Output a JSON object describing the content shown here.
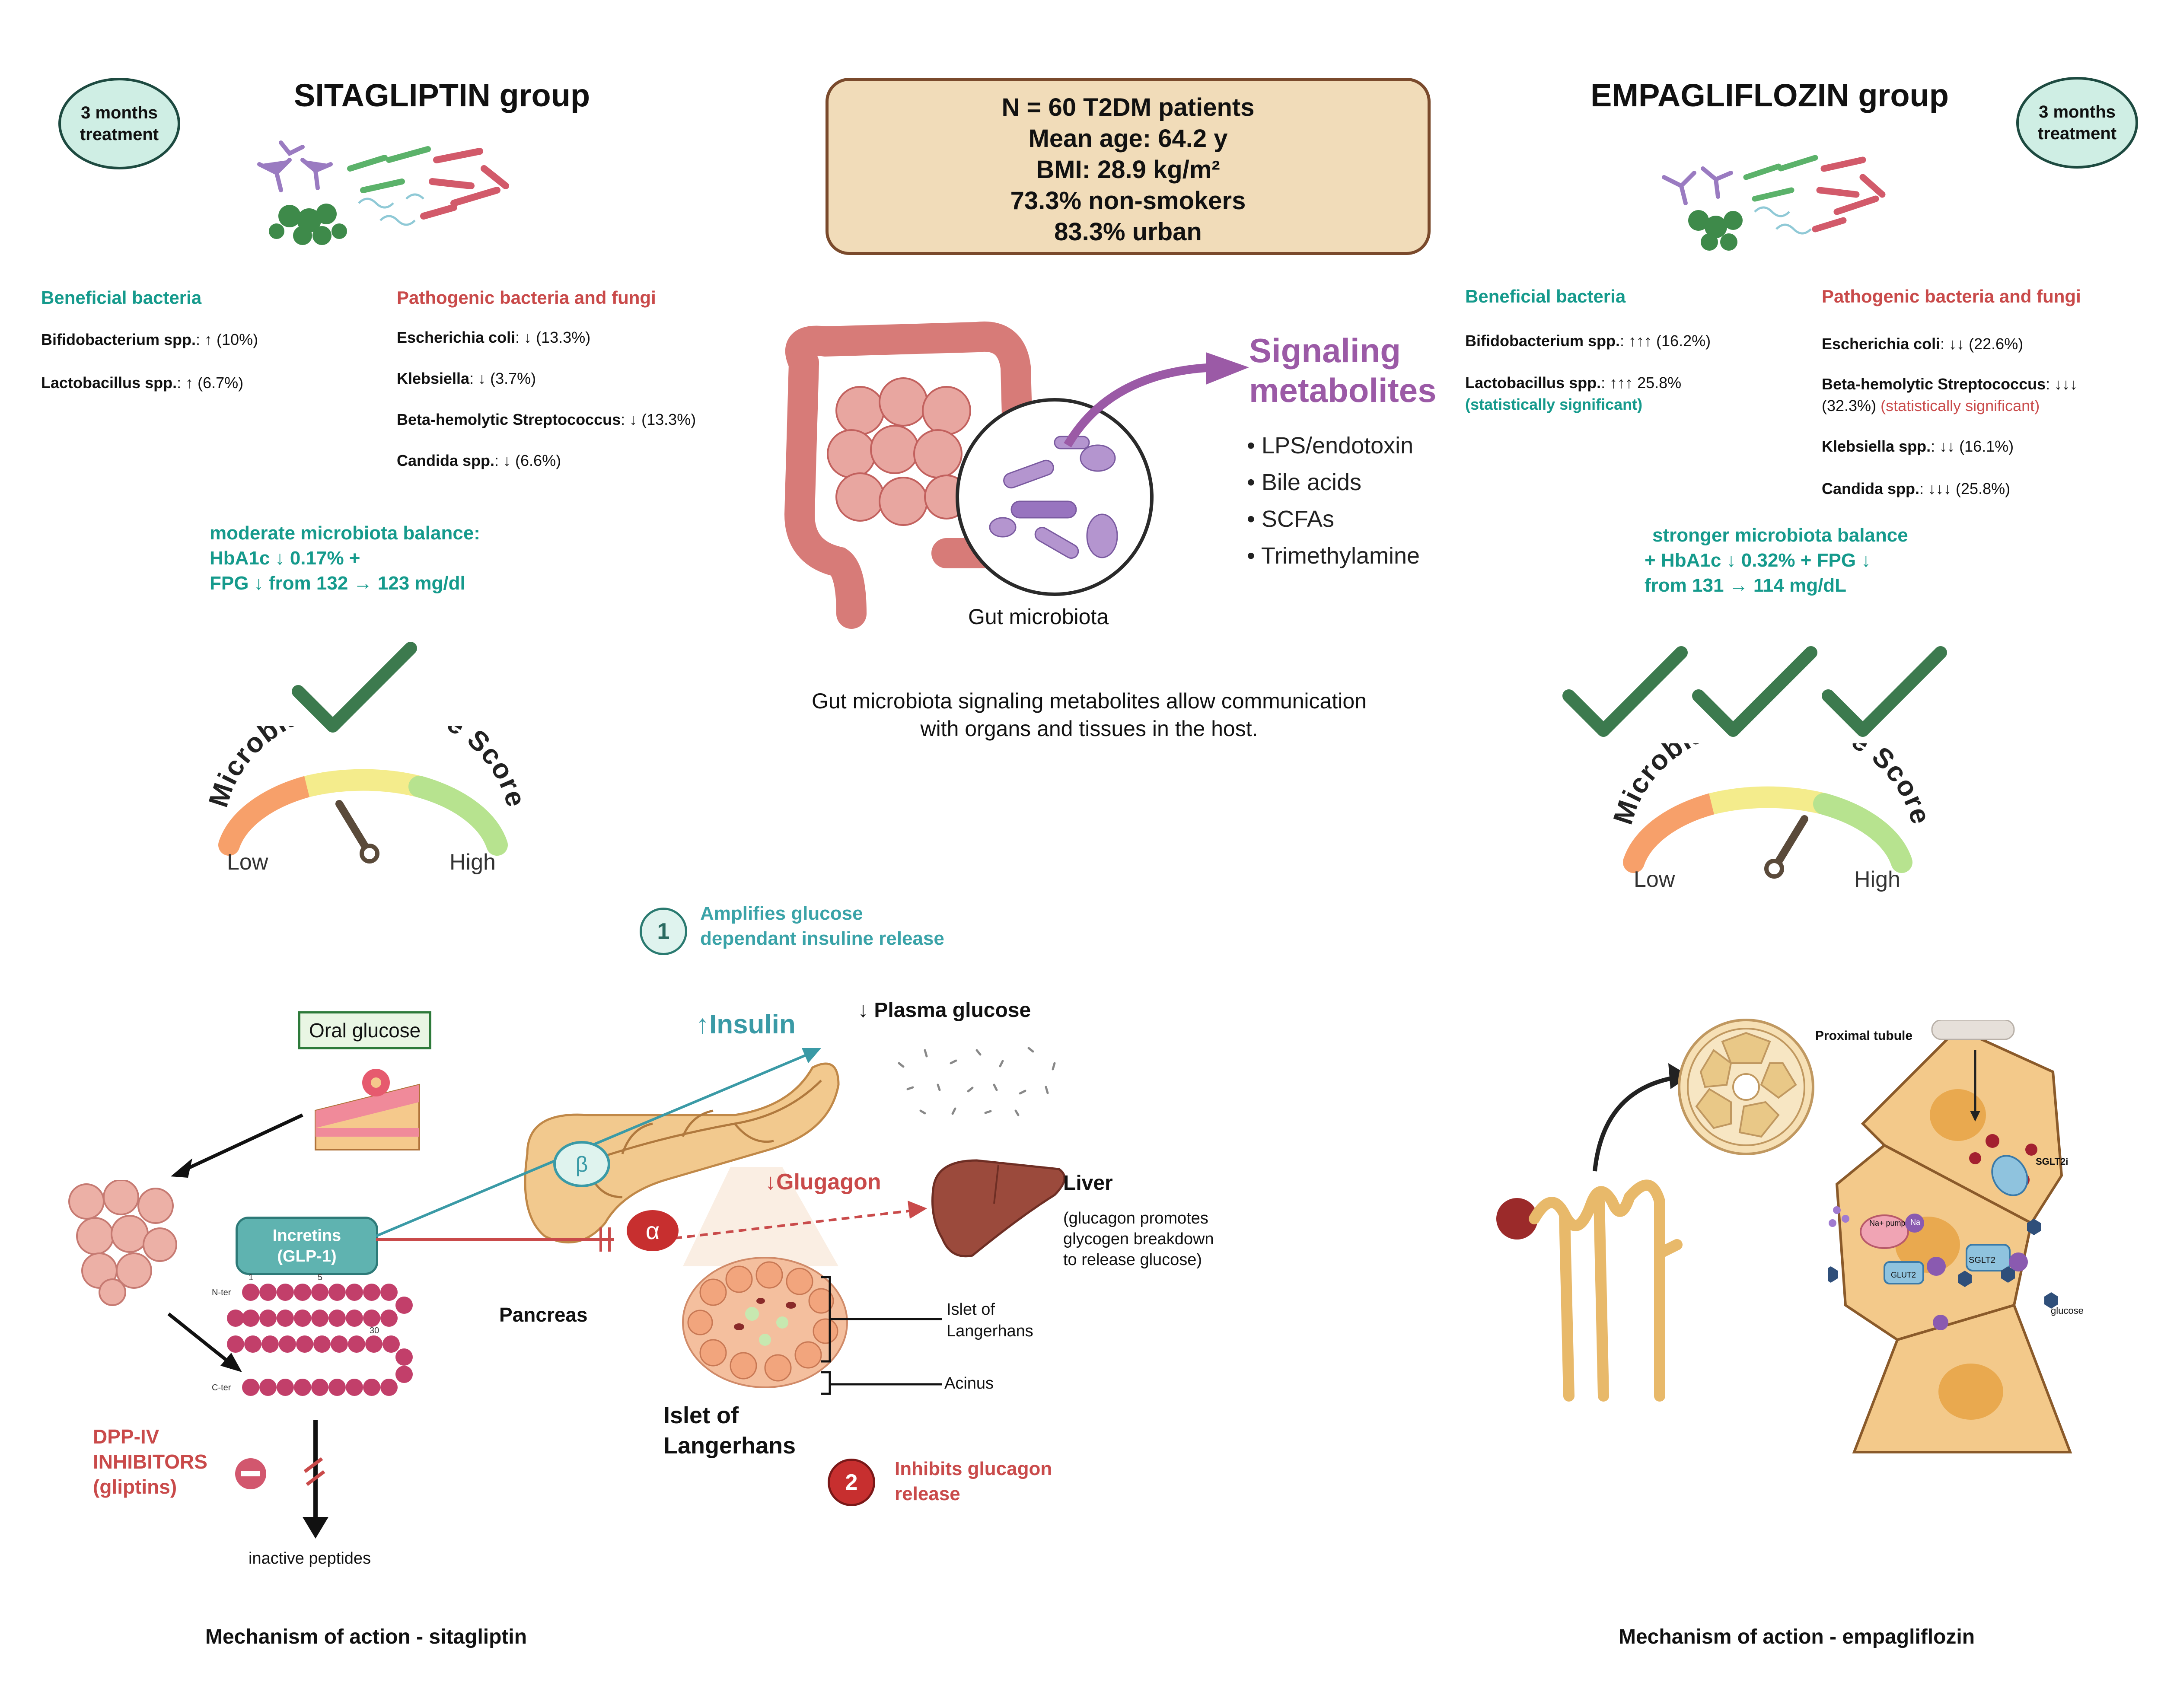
{
  "treatment_badge": "3 months treatment",
  "sita": {
    "title": "SITAGLIPTIN group",
    "beneficial_head": "Beneficial bacteria",
    "pathogenic_head": "Pathogenic bacteria and fungi",
    "beneficial": [
      {
        "name": "Bifidobacterium spp.",
        "change": ": ↑ (10%)"
      },
      {
        "name": "Lactobacillus spp.",
        "change": ": ↑ (6.7%)"
      }
    ],
    "pathogenic": [
      {
        "name": "Escherichia coli",
        "change": ": ↓ (13.3%)"
      },
      {
        "name": "Klebsiella",
        "change": ": ↓ (3.7%)"
      },
      {
        "name": "Beta-hemolytic Streptococcus",
        "change": ": ↓ (13.3%)"
      },
      {
        "name": "Candida spp.",
        "change": ": ↓ (6.6%)"
      }
    ],
    "summary": [
      "moderate microbiota balance:",
      "HbA1c ↓ 0.17% +",
      "FPG ↓ from 132 → 123 mg/dl"
    ],
    "checks": 1,
    "gauge_level": 0.4,
    "mechanism": "Mechanism of action - sitagliptin"
  },
  "empa": {
    "title": "EMPAGLIFLOZIN group",
    "beneficial_head": "Beneficial bacteria",
    "pathogenic_head": "Pathogenic bacteria and fungi",
    "beneficial": [
      {
        "name": "Bifidobacterium spp.",
        "change": ": ↑↑↑ (16.2%)"
      },
      {
        "name": "Lactobacillus spp.",
        "change": ": ↑↑↑ 25.8%"
      }
    ],
    "lacto_sig": "(statistically significant)",
    "pathogenic": [
      {
        "name": "Escherichia coli",
        "change": ": ↓↓ (22.6%)"
      },
      {
        "name": "Beta-hemolytic Streptococcus",
        "change": ": ↓↓↓"
      },
      {
        "name": "Klebsiella spp.",
        "change": ": ↓↓ (16.1%)"
      },
      {
        "name": "Candida spp.",
        "change": ": ↓↓↓ (25.8%)"
      }
    ],
    "strep_pct": "(32.3%)",
    "strep_sig": "(statistically significant)",
    "summary": [
      "stronger microbiota balance",
      "+ HbA1c ↓ 0.32% + FPG ↓",
      "from 131 → 114 mg/dL"
    ],
    "checks": 3,
    "gauge_level": 0.75,
    "mechanism": "Mechanism of action - empagliflozin"
  },
  "cohort": [
    "N = 60 T2DM patients",
    "Mean age: 64.2 y",
    "BMI: 28.9 kg/m²",
    "73.3% non-smokers",
    "83.3% urban"
  ],
  "gut_label": "Gut microbiota",
  "signaling": {
    "title": [
      "Signaling",
      "metabolites"
    ],
    "items": [
      "• LPS/endotoxin",
      "• Bile acids",
      "• SCFAs",
      "• Trimethylamine"
    ]
  },
  "center_caption": [
    "Gut microbiota signaling metabolites allow communication",
    "with organs and tissues in the host."
  ],
  "gauge": {
    "title": "Microbial Resilience Score",
    "low": "Low",
    "high": "High"
  },
  "sita_mech": {
    "oral_glucose": "Oral glucose",
    "incretins": [
      "Incretins",
      "(GLP-1)"
    ],
    "dpp": [
      "DPP-IV",
      "INHIBITORS",
      "(gliptins)"
    ],
    "inactive": "inactive peptides",
    "pancreas": "Pancreas",
    "beta": "β",
    "alpha": "α",
    "insulin": "Insulin",
    "plasma_glucose": "Plasma glucose",
    "glucagon": "Glugagon",
    "liver": "Liver",
    "liver_note": [
      "(glucagon promotes",
      "glycogen breakdown",
      "to release glucose)"
    ],
    "islet_label": "Islet of Langerhans",
    "islet_big": [
      "Islet of",
      "Langerhans"
    ],
    "acinus": "Acinus",
    "step1_num": "1",
    "step1": [
      "Amplifies glucose",
      "dependant insuline release"
    ],
    "step2_num": "2",
    "step2": [
      "Inhibits glucagon",
      "release"
    ],
    "peptide": {
      "nter": "N-ter",
      "cter": "C-ter",
      "n1": "1",
      "n5": "5",
      "n30": "30"
    }
  },
  "empa_mech": {
    "proximal_tubule": "Proximal tubule",
    "sglt2i": "SGLT2i",
    "sglt2": "SGLT2",
    "glut2": "GLUT2",
    "na": "Na",
    "na_pump": "Na+ pump",
    "glucose": "glucose"
  },
  "colors": {
    "teal": "#159a8c",
    "red": "#c94a4a",
    "purple": "#9b5aa6",
    "check": "#3c7a4e",
    "box_fill": "#f1dcb9",
    "box_border": "#7a4a2c"
  }
}
